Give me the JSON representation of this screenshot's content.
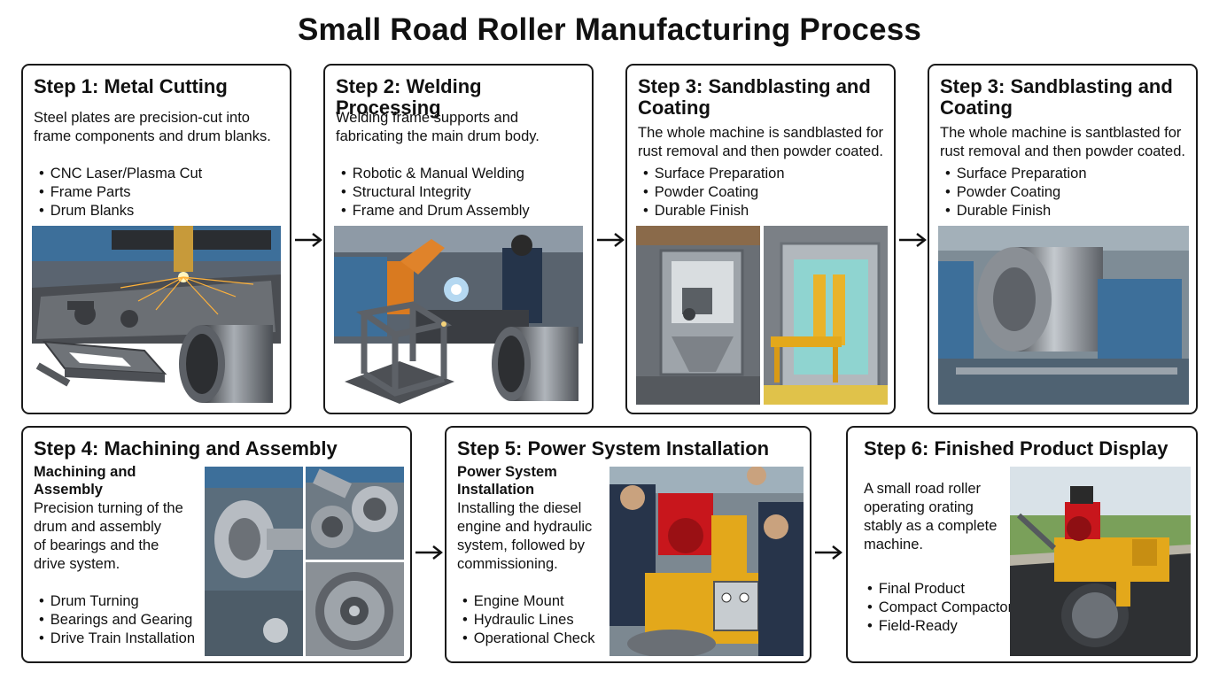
{
  "title": "Small Road Roller Manufacturing Process",
  "steps": [
    {
      "heading": "Step 1: Metal Cutting",
      "desc": [
        "Steel plates are precision-cut into",
        "frame components and drum blanks."
      ],
      "bullets": [
        "CNC Laser/Plasma Cut",
        "Frame Parts",
        "Drum Blanks"
      ],
      "images": [
        "laser-cutting-photo",
        "frame-parts-photo",
        "drum-blank-photo"
      ]
    },
    {
      "heading": "Step 2: Welding Processing",
      "desc": [
        "Welding frame supports and",
        "fabricating the main drum body."
      ],
      "bullets": [
        "Robotic & Manual Welding",
        "Structural Integrity",
        "Frame and Drum Assembly"
      ],
      "images": [
        "welding-photo",
        "welded-frame-photo",
        "drum-body-photo"
      ]
    },
    {
      "heading": [
        "Step 3: Sandblasting and",
        "Coating"
      ],
      "desc": [
        "The whole machine is sandblasted for",
        "rust removal and then powder coated."
      ],
      "bullets": [
        "Surface Preparation",
        "Powder Coating",
        "Durable Finish"
      ],
      "images": [
        "sandblasting-booth-photo",
        "powder-coating-booth-photo"
      ]
    },
    {
      "heading": [
        "Step 3: Sandblasting and",
        "Coating"
      ],
      "desc": [
        "The whole machine is santblasted for",
        "rust removal and then powder coated."
      ],
      "bullets": [
        "Surface Preparation",
        "Powder Coating",
        "Durable Finish"
      ],
      "images": [
        "lathe-drum-photo"
      ]
    },
    {
      "heading": "Step 4: Machining and Assembly",
      "subheading": [
        "Machining and",
        "Assembly"
      ],
      "desc": [
        "Precision turning of the",
        "drum and assembly",
        "of bearings and the",
        "drive system."
      ],
      "bullets": [
        "Drum Turning",
        "Bearings and Gearing",
        "Drive Train Installation"
      ],
      "images": [
        "lathe-chuck-photo",
        "bearing-shaft-photo",
        "gear-hub-photo"
      ]
    },
    {
      "heading": "Step 5: Power System Installation",
      "subheading": [
        "Power System",
        "Installation"
      ],
      "desc": [
        "Installing the diesel",
        "engine and hydraulic",
        "system, followed by",
        "commissioning."
      ],
      "bullets": [
        "Engine Mount",
        "Hydraulic Lines",
        "Operational Check"
      ],
      "images": [
        "engine-installation-photo"
      ]
    },
    {
      "heading": "Step 6: Finished Product Display",
      "desc": [
        "A small road roller",
        "operating orating",
        "stably as a complete",
        "machine."
      ],
      "bullets": [
        "Final Product",
        "Compact Compactor",
        "Field-Ready"
      ],
      "images": [
        "finished-roller-photo"
      ]
    }
  ],
  "colors": {
    "border": "#1a1a1a",
    "machine_blue": "#3d6f9a",
    "engine_red": "#c8161c",
    "frame_yellow": "#e3a81b",
    "steel": "#8a8f95"
  }
}
